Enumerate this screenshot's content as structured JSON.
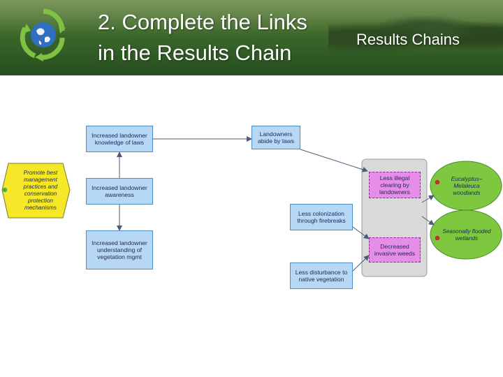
{
  "slide": {
    "title_line1": "2. Complete the Links",
    "title_line2": "in the Results Chain",
    "subtitle": "Results Chains"
  },
  "logo": {
    "icon": "recycle-globe-icon"
  },
  "diagram": {
    "strategy": "Promote best management practices and conservation protection mechanisms",
    "results": {
      "knowledge": "Increased landowner knowledge of laws",
      "awareness": "Increased landowner awareness",
      "understanding": "Increased landowner understanding of vegetation mgmt",
      "abide": "Landowners abide by laws",
      "colonization": "Less colonization through firebreaks",
      "disturbance": "Less disturbance to native vegetation"
    },
    "threats": {
      "illegal_clearing": "Less illegal clearing by landowners",
      "invasive_weeds": "Decreased invasive weeds"
    },
    "targets": {
      "eucalyptus": "Eucalyptus–Melaleuca woodlands",
      "wetlands": "Seasonally flooded wetlands"
    },
    "colors": {
      "strategy_fill": "#f5e829",
      "result_fill": "#b6d7f5",
      "threat_fill": "#e58ee7",
      "target_fill": "#7ec840",
      "group_fill": "#d9d9d9",
      "arrow": "#4a5a7a"
    }
  }
}
